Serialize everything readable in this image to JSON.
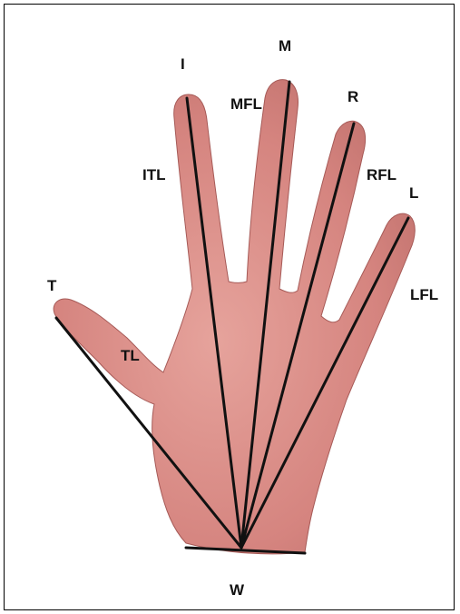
{
  "figure": {
    "labels": {
      "thumb_tip": "T",
      "index_tip": "I",
      "middle_tip": "M",
      "ring_tip": "R",
      "little_tip": "L",
      "wrist": "W",
      "thumb_length": "TL",
      "index_length": "ITL",
      "middle_length": "MFL",
      "ring_length": "RFL",
      "little_length": "LFL"
    },
    "colors": {
      "skin": "#d98a85",
      "skin_shadow": "#b86a66",
      "line": "#111111"
    }
  }
}
